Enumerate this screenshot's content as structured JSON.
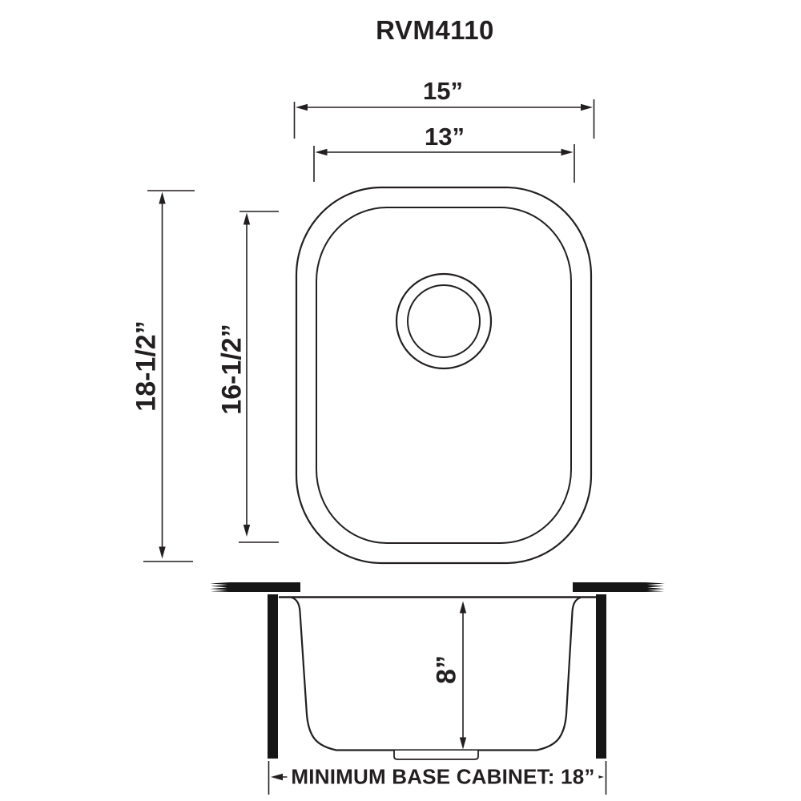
{
  "title": "RVM4110",
  "view": "sink-dimension-diagram",
  "dimensions": {
    "outer_width": "15”",
    "inner_width": "13”",
    "outer_length": "18-1/2”",
    "inner_length": "16-1/2”",
    "bowl_depth": "8”",
    "base_cabinet": "MINIMUM BASE CABINET: 18”"
  },
  "colors": {
    "line": "#231f20",
    "solid_fill": "#161616",
    "background": "#ffffff"
  }
}
